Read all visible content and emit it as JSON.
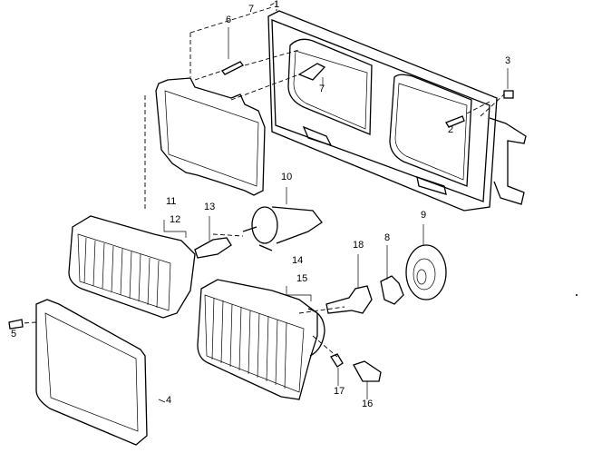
{
  "diagram": {
    "title_visible": false,
    "callouts": [
      {
        "id": "c1",
        "text": "1"
      },
      {
        "id": "c7a",
        "text": "7"
      },
      {
        "id": "c6",
        "text": "6"
      },
      {
        "id": "c7b",
        "text": "7"
      },
      {
        "id": "c3",
        "text": "3"
      },
      {
        "id": "c2",
        "text": "2"
      },
      {
        "id": "c10",
        "text": "10"
      },
      {
        "id": "c11",
        "text": "11"
      },
      {
        "id": "c12",
        "text": "12"
      },
      {
        "id": "c13",
        "text": "13"
      },
      {
        "id": "c14",
        "text": "14"
      },
      {
        "id": "c18",
        "text": "18"
      },
      {
        "id": "c8",
        "text": "8"
      },
      {
        "id": "c9a",
        "text": "9"
      },
      {
        "id": "c15",
        "text": "15"
      },
      {
        "id": "c5",
        "text": "5"
      },
      {
        "id": "c4",
        "text": "4"
      },
      {
        "id": "c17",
        "text": "17"
      },
      {
        "id": "c16",
        "text": "16"
      }
    ],
    "line_color": "#000000",
    "background": "#ffffff"
  }
}
